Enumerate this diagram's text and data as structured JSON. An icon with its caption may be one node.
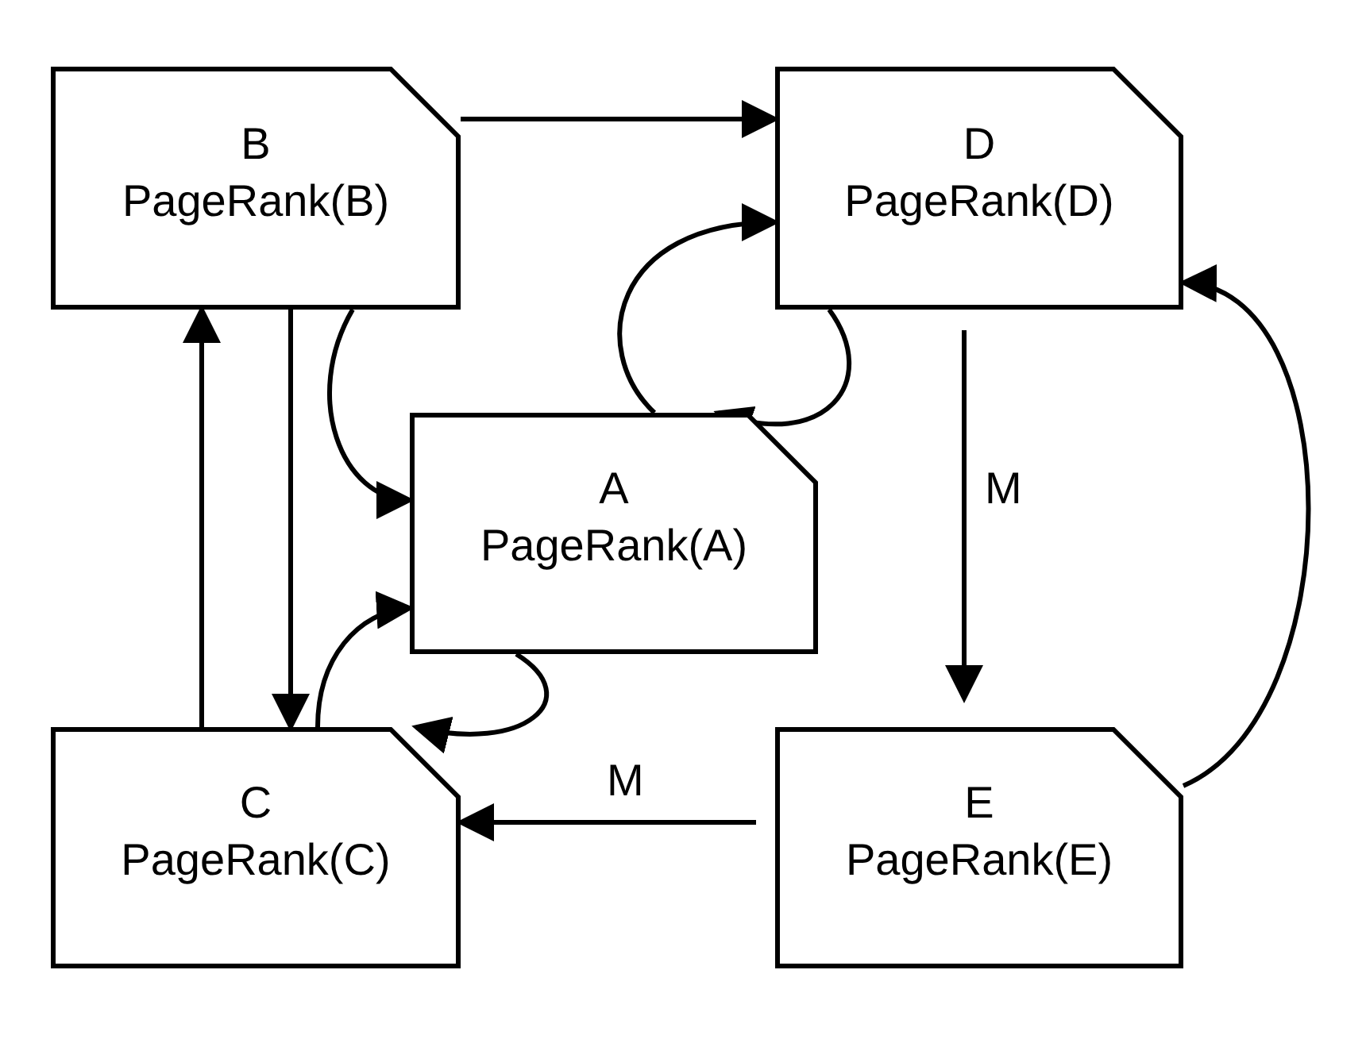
{
  "diagram": {
    "nodes": [
      {
        "text": [
          "B",
          "PageRank(B)"
        ]
      },
      {
        "text": [
          "D",
          "PageRank(D)"
        ]
      },
      {
        "text": [
          "A",
          "PageRank(A)"
        ]
      },
      {
        "text": [
          "C",
          "PageRank(C)"
        ]
      },
      {
        "text": [
          "E",
          "PageRank(E)"
        ]
      }
    ],
    "edges": [
      {
        "from": 0,
        "to": 1,
        "arrow": "to"
      },
      {
        "from": 0,
        "to": 2,
        "arrow": "to"
      },
      {
        "from": 2,
        "to": 1,
        "arrow": "to"
      },
      {
        "from": 1,
        "to": 2,
        "arrow": "to"
      },
      {
        "from": 0,
        "to": 3,
        "arrow": "to"
      },
      {
        "from": 3,
        "to": 0,
        "arrow": "to"
      },
      {
        "from": 3,
        "to": 2,
        "arrow": "to"
      },
      {
        "from": 2,
        "to": 3,
        "arrow": "to"
      },
      {
        "from": 1,
        "to": 4,
        "arrow": "to",
        "label": "M"
      },
      {
        "from": 4,
        "to": 3,
        "arrow": "to",
        "label": "M"
      },
      {
        "from": 4,
        "to": 1,
        "arrow": "to"
      }
    ]
  }
}
